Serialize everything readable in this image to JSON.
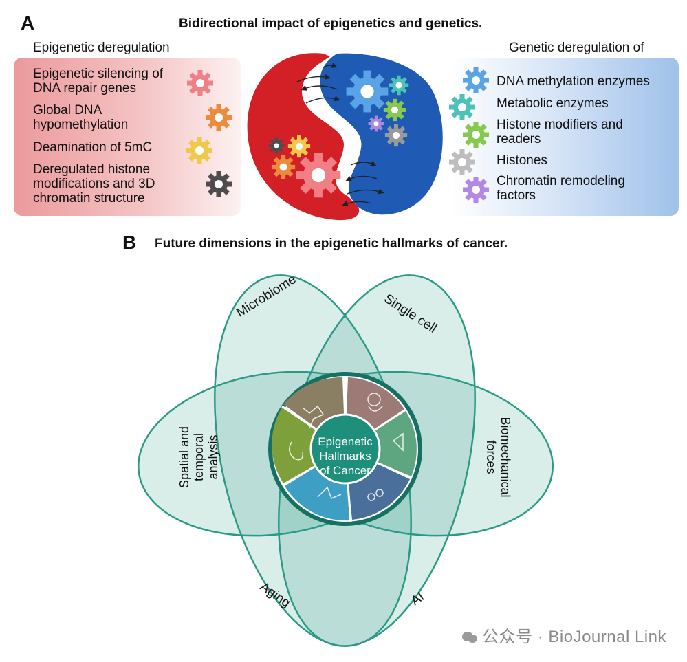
{
  "panel_a": {
    "letter": "A",
    "title": "Bidirectional impact of epigenetics and genetics.",
    "left_heading": "Epigenetic deregulation",
    "right_heading": "Genetic deregulation of",
    "left_items": [
      "Epigenetic silencing of DNA repair genes",
      "Global DNA hypomethylation",
      "Deamination of 5mC",
      "Deregulated histone modifications and 3D chromatin structure"
    ],
    "right_items": [
      "DNA methylation enzymes",
      "Metabolic enzymes",
      "Histone modifiers and readers",
      "Histones",
      "Chromatin remodeling factors"
    ]
  },
  "panel_b": {
    "letter": "B",
    "title": "Future dimensions in the epigenetic hallmarks of cancer.",
    "petals": {
      "top_left": "Microbiome",
      "top_right": "Single cell",
      "left": "Spatial and temporal analysis",
      "right": "Biomechanical forces",
      "bottom_left": "Aging",
      "bottom_right": "AI"
    },
    "center": [
      "Epigenetic",
      "Hallmarks",
      "of Cancer"
    ]
  },
  "watermark": "公众号 · BioJournal Link",
  "colors": {
    "red_half": "#d32027",
    "blue_half": "#1f5bb5",
    "petal_fill": "#d4ece6",
    "petal_stroke": "#2a9a87",
    "center_teal": "#1e8f7b",
    "ring_dark": "#167064"
  }
}
